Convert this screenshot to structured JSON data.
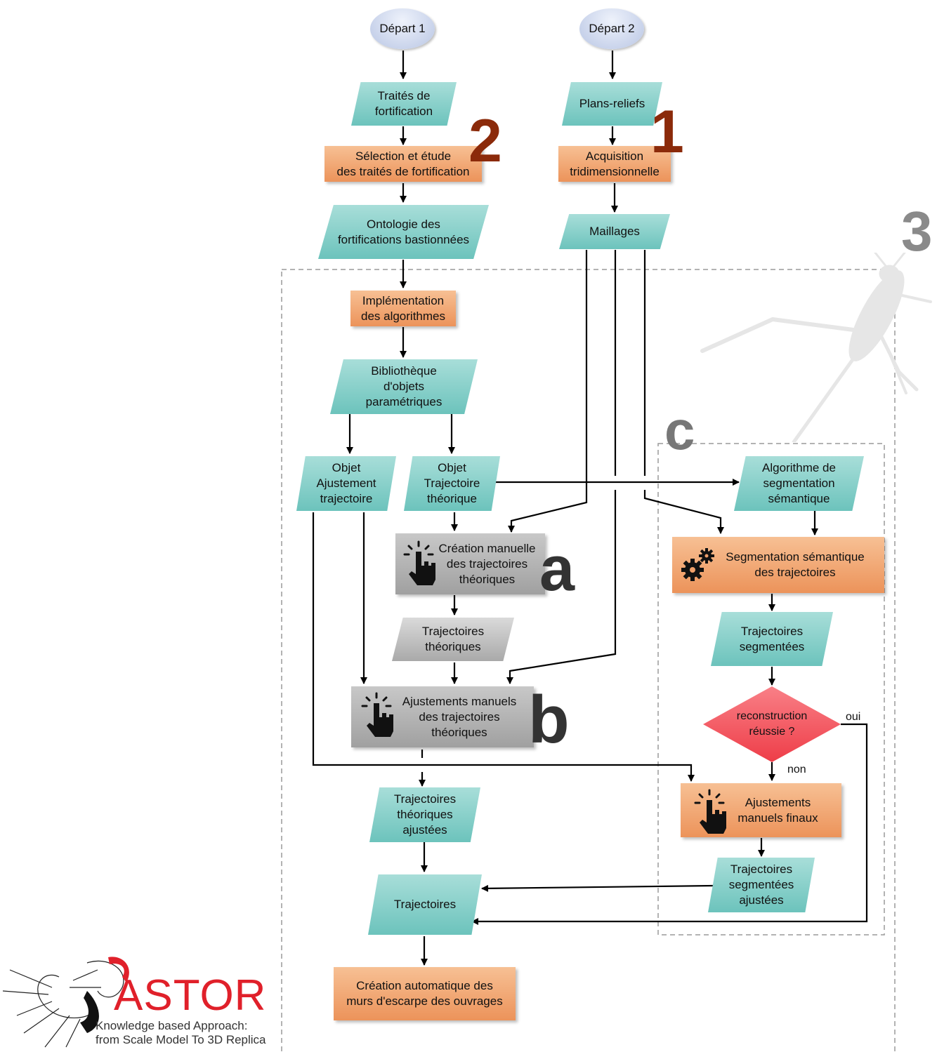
{
  "diagram": {
    "start1": "Départ 1",
    "start2": "Départ 2",
    "traites": "Traités de\nfortification",
    "plans": "Plans-reliefs",
    "selection": "Sélection et étude\ndes traités de fortification",
    "acquisition": "Acquisition\ntridimensionnelle",
    "ontologie": "Ontologie des\nfortifications bastionnées",
    "maillages": "Maillages",
    "implementation": "Implémentation\ndes algorithmes",
    "bibliotheque": "Bibliothèque\nd'objets\nparamétriques",
    "objet_ajustement": "Objet\nAjustement\ntrajectoire",
    "objet_trajectoire": "Objet\nTrajectoire\nthéorique",
    "algo_segmentation": "Algorithme de\nsegmentation\nsémantique",
    "creation_manuelle": "Création manuelle\ndes trajectoires\nthéoriques",
    "segmentation": "Segmentation sémantique\ndes trajectoires",
    "traj_theoriques": "Trajectoires\nthéoriques",
    "traj_segmentees": "Trajectoires\nsegmentées",
    "ajustements_manuels": "Ajustements manuels\ndes trajectoires\nthéoriques",
    "reconstruction": "reconstruction\nréussie ?",
    "oui": "oui",
    "non": "non",
    "traj_theo_ajustees": "Trajectoires\nthéoriques\najustées",
    "ajustements_finaux": "Ajustements\nmanuels finaux",
    "traj_seg_ajustees": "Trajectoires\nsegmentées\najustées",
    "trajectoires": "Trajectoires",
    "creation_auto": "Création automatique des\nmurs d'escarpe des ouvrages"
  },
  "markers": {
    "m1": "1",
    "m2": "2",
    "m3": "3",
    "ma": "a",
    "mb": "b",
    "mc": "c"
  },
  "logo": {
    "name": "ASTOR",
    "tagline1": "Knowledge based Approach:",
    "tagline2": "from Scale Model To 3D Replica"
  },
  "colors": {
    "data_node": "#7ecdc6",
    "process_node": "#f0a16b",
    "manual_node": "#b0b0b0",
    "decision": "#f25b63",
    "start_node": "#d3dcf0",
    "marker_numbers": "#8b2a0a",
    "marker_letters": "#333333",
    "logo_red": "#e0202a"
  }
}
